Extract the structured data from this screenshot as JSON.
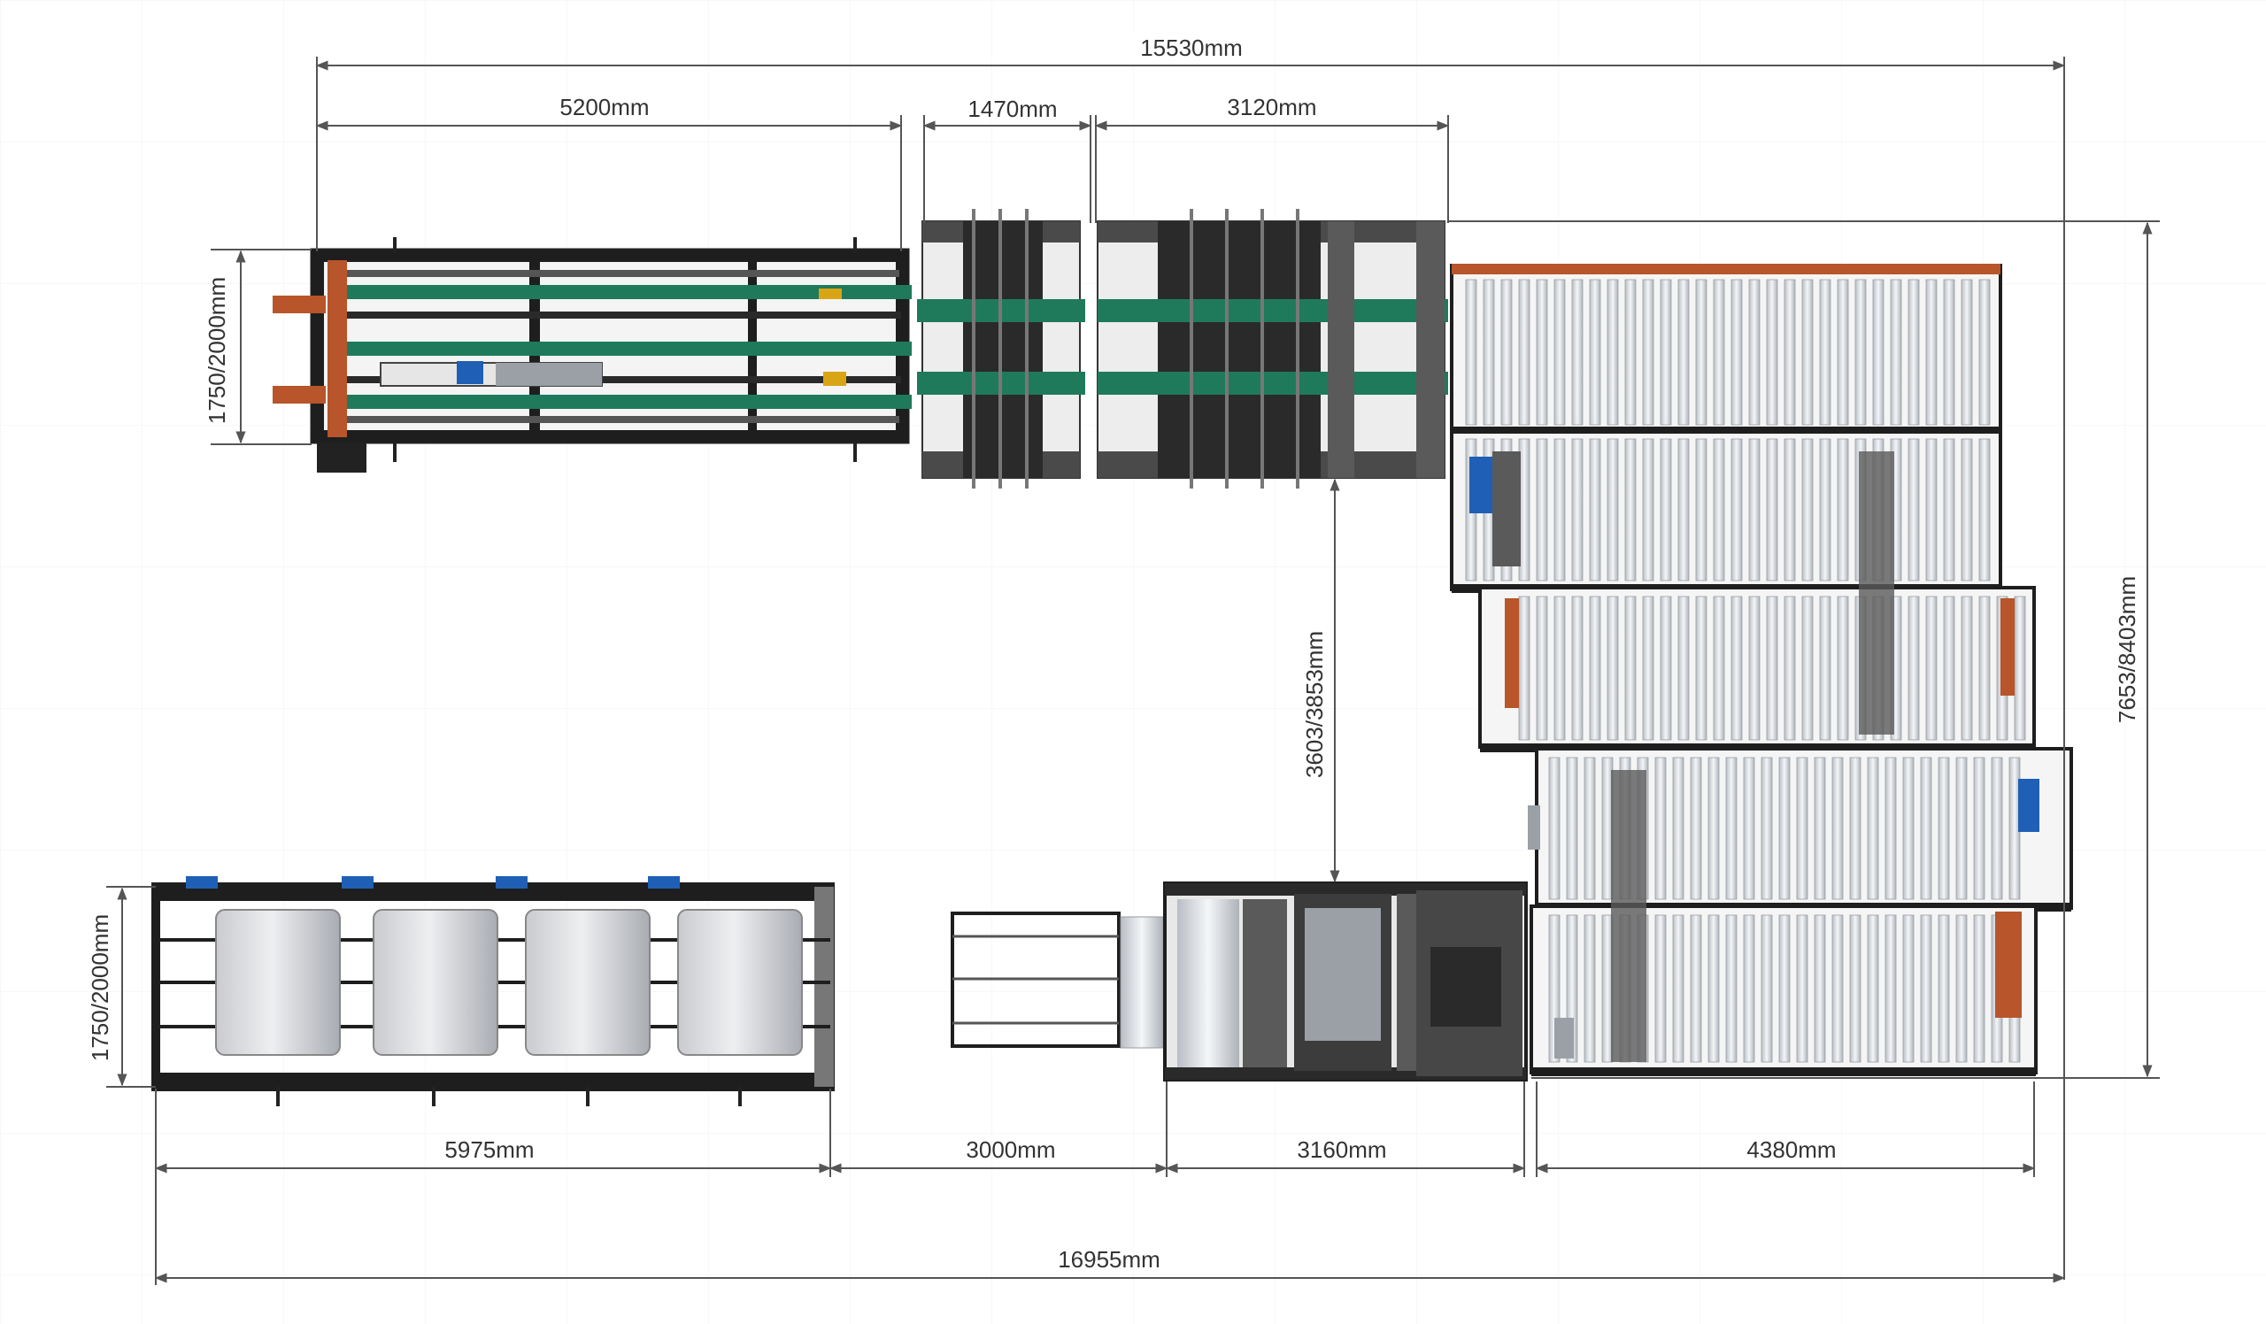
{
  "dimensions": {
    "top_total": "15530mm",
    "top_seg1": "5200mm",
    "top_seg2": "1470mm",
    "top_seg3": "3120mm",
    "left_upper": "1750/2000mm",
    "left_lower": "1750/2000mm",
    "middle_vertical": "3603/3853mm",
    "right_vertical": "7653/8403mm",
    "bottom_seg1": "5975mm",
    "bottom_seg2": "3000mm",
    "bottom_seg3": "3160mm",
    "bottom_seg4": "4380mm",
    "bottom_total": "16955mm"
  },
  "colors": {
    "frame": "#1e1e1e",
    "roller": "#dfe3e8",
    "belt": "#1f7a5c",
    "accent_orange": "#b8552a",
    "motor_blue": "#1f5fb5",
    "dim_line": "#555555",
    "grid": "#eeeeee"
  }
}
